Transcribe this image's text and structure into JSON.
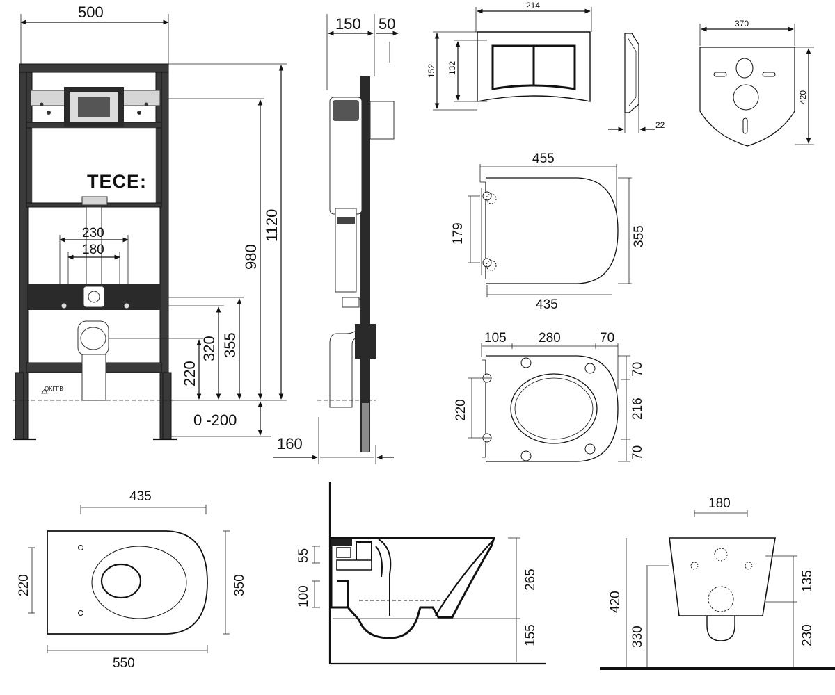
{
  "frame": {
    "brand": "TECE:",
    "floor_label": "OKFFB",
    "width": "500",
    "flush_plate_gap": "230",
    "flush_inner_gap": "180",
    "height_total": "1120",
    "height_980": "980",
    "height_355": "355",
    "height_320": "320",
    "height_220": "220",
    "leg_adjust": "0 -200"
  },
  "side_frame": {
    "depth_150": "150",
    "depth_50": "50",
    "depth_160": "160"
  },
  "flush_plate": {
    "width": "214",
    "height_outer": "152",
    "height_inner": "132",
    "thickness": "22"
  },
  "sound_pad": {
    "width": "370",
    "height": "420"
  },
  "seat_top": {
    "length": "455",
    "width": "355",
    "hinge_spacing": "179",
    "bottom_length": "435"
  },
  "seat_under": {
    "seg_105": "105",
    "seg_280": "280",
    "seg_70": "70",
    "right_70_top": "70",
    "right_216": "216",
    "right_70_bottom": "70",
    "hinge_220": "220"
  },
  "bowl_top": {
    "top_435": "435",
    "length_550": "550",
    "width_350": "350",
    "mount_220": "220"
  },
  "bowl_side": {
    "dim_55": "55",
    "dim_100": "100",
    "dim_265": "265",
    "dim_155": "155"
  },
  "bowl_front": {
    "top_180": "180",
    "height_420": "420",
    "height_330": "330",
    "dim_135": "135",
    "dim_230": "230"
  }
}
